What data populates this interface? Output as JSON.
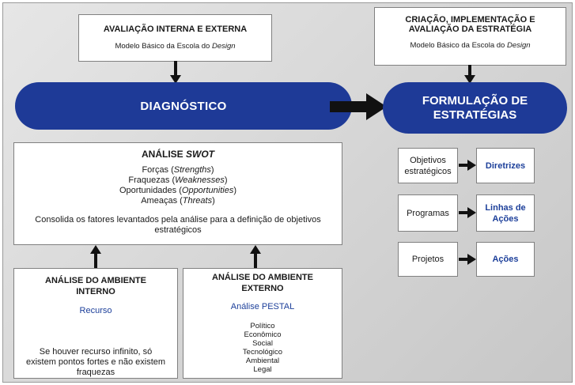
{
  "top_left": {
    "title": "AVALIAÇÃO INTERNA E EXTERNA",
    "subtitle_prefix": "Modelo Básico da Escola do ",
    "subtitle_italic": "Design"
  },
  "top_right": {
    "title_line1": "CRIAÇÃO, IMPLEMENTAÇÃO E",
    "title_line2": "AVALIAÇÃO DA ESTRATÉGIA",
    "subtitle_prefix": "Modelo Básico da Escola do ",
    "subtitle_italic": "Design"
  },
  "diagnostico": "DIAGNÓSTICO",
  "formulacao": {
    "line1": "FORMULAÇÃO DE",
    "line2": "ESTRATÉGIAS"
  },
  "swot": {
    "title_prefix": "ANÁLISE ",
    "title_italic": "SWOT",
    "items": [
      {
        "pt": "Forças (",
        "en": "Strengths",
        "end": ")"
      },
      {
        "pt": "Fraquezas (",
        "en": "Weaknesses",
        "end": ")"
      },
      {
        "pt": "Oportunidades (",
        "en": "Opportunities",
        "end": ")"
      },
      {
        "pt": "Ameaças (",
        "en": "Threats",
        "end": ")"
      }
    ],
    "note_line1": "Consolida os fatores levantados pela análise para a definição de objetivos",
    "note_line2": "estratégicos"
  },
  "interno": {
    "title_line1": "ANÁLISE DO AMBIENTE",
    "title_line2": "INTERNO",
    "resource": "Recurso",
    "note_line1": "Se houver recurso infinito, só",
    "note_line2": "existem pontos fortes e não existem",
    "note_line3": "fraquezas"
  },
  "externo": {
    "title_line1": "ANÁLISE DO AMBIENTE",
    "title_line2": "EXTERNO",
    "pestal": "Análise PESTAL",
    "factors": [
      "Político",
      "Econômico",
      "Social",
      "Tecnológico",
      "Ambiental",
      "Legal"
    ]
  },
  "right_rows": [
    {
      "left_line1": "Objetivos",
      "left_line2": "estratégicos",
      "right_line1": "Diretrizes",
      "right_line2": ""
    },
    {
      "left_line1": "Programas",
      "left_line2": "",
      "right_line1": "Linhas de",
      "right_line2": "Ações"
    },
    {
      "left_line1": "Projetos",
      "left_line2": "",
      "right_line1": "Ações",
      "right_line2": ""
    }
  ],
  "colors": {
    "pill": "#1e3a97",
    "accent_text": "#1c3f9a",
    "arrow": "#111111"
  }
}
